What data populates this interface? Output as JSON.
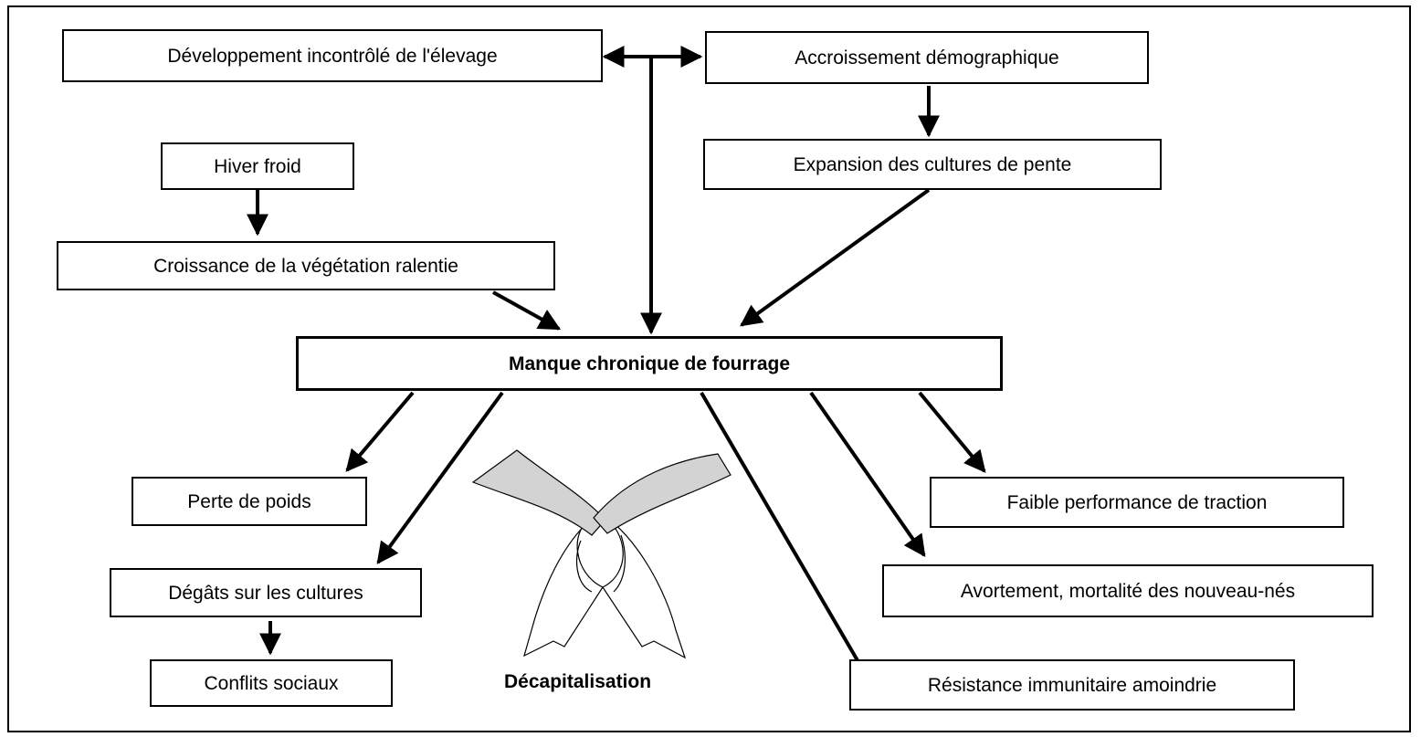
{
  "nodes": {
    "elevage": "Développement incontrôlé de l'élevage",
    "demographie": "Accroissement démographique",
    "hiver": "Hiver froid",
    "expansion": "Expansion des cultures de pente",
    "croissance": "Croissance de la végétation ralentie",
    "manque": "Manque chronique de fourrage",
    "poids": "Perte de poids",
    "degats": "Dégâts sur les cultures",
    "conflits": "Conflits sociaux",
    "traction": "Faible performance de traction",
    "avortement": "Avortement, mortalité des nouveau-nés",
    "immunite": "Résistance immunitaire amoindrie"
  },
  "decapitalisation": {
    "label": "Décapitalisation",
    "fill_color": "#d3d3d3"
  },
  "edges": [
    {
      "from": "elevage",
      "to": "demographie",
      "type": "bidirectional"
    },
    {
      "from": "demographie",
      "to": "expansion"
    },
    {
      "from": "hiver",
      "to": "croissance"
    },
    {
      "from": "elevage",
      "to": "manque"
    },
    {
      "from": "demographie",
      "to": "manque"
    },
    {
      "from": "croissance",
      "to": "manque"
    },
    {
      "from": "expansion",
      "to": "manque"
    },
    {
      "from": "manque",
      "to": "poids"
    },
    {
      "from": "manque",
      "to": "degats"
    },
    {
      "from": "degats",
      "to": "conflits"
    },
    {
      "from": "manque",
      "to": "immunite"
    },
    {
      "from": "manque",
      "to": "avortement"
    },
    {
      "from": "manque",
      "to": "traction"
    }
  ]
}
